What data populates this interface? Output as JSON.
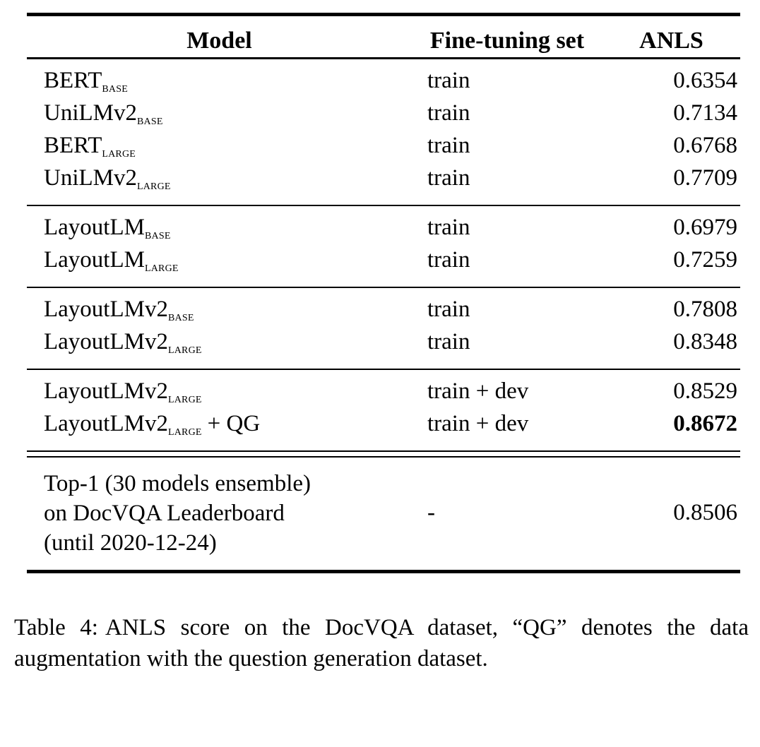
{
  "table": {
    "columns": [
      "Model",
      "Fine-tuning set",
      "ANLS"
    ],
    "groups": [
      {
        "rows": [
          {
            "model_base": "BERT",
            "model_sub": "BASE",
            "model_suffix": "",
            "ft": "train",
            "anls": "0.6354",
            "bold": false
          },
          {
            "model_base": "UniLMv2",
            "model_sub": "BASE",
            "model_suffix": "",
            "ft": "train",
            "anls": "0.7134",
            "bold": false
          },
          {
            "model_base": "BERT",
            "model_sub": "LARGE",
            "model_suffix": "",
            "ft": "train",
            "anls": "0.6768",
            "bold": false
          },
          {
            "model_base": "UniLMv2",
            "model_sub": "LARGE",
            "model_suffix": "",
            "ft": "train",
            "anls": "0.7709",
            "bold": false
          }
        ]
      },
      {
        "rows": [
          {
            "model_base": "LayoutLM",
            "model_sub": "BASE",
            "model_suffix": "",
            "ft": "train",
            "anls": "0.6979",
            "bold": false
          },
          {
            "model_base": "LayoutLM",
            "model_sub": "LARGE",
            "model_suffix": "",
            "ft": "train",
            "anls": "0.7259",
            "bold": false
          }
        ]
      },
      {
        "rows": [
          {
            "model_base": "LayoutLMv2",
            "model_sub": "BASE",
            "model_suffix": "",
            "ft": "train",
            "anls": "0.7808",
            "bold": false
          },
          {
            "model_base": "LayoutLMv2",
            "model_sub": "LARGE",
            "model_suffix": "",
            "ft": "train",
            "anls": "0.8348",
            "bold": false
          }
        ]
      },
      {
        "rows": [
          {
            "model_base": "LayoutLMv2",
            "model_sub": "LARGE",
            "model_suffix": "",
            "ft": "train + dev",
            "anls": "0.8529",
            "bold": false
          },
          {
            "model_base": "LayoutLMv2",
            "model_sub": "LARGE",
            "model_suffix": "+ QG",
            "ft": "train + dev",
            "anls": "0.8672",
            "bold": true
          }
        ]
      }
    ],
    "final_row": {
      "model_lines": [
        "Top-1 (30 models ensemble)",
        "on DocVQA Leaderboard",
        "(until 2020-12-24)"
      ],
      "ft": "-",
      "anls": "0.8506"
    }
  },
  "caption": {
    "label": "Table 4:",
    "text": "ANLS score on the DocVQA dataset, “QG” denotes the data augmentation with the question generation dataset."
  }
}
